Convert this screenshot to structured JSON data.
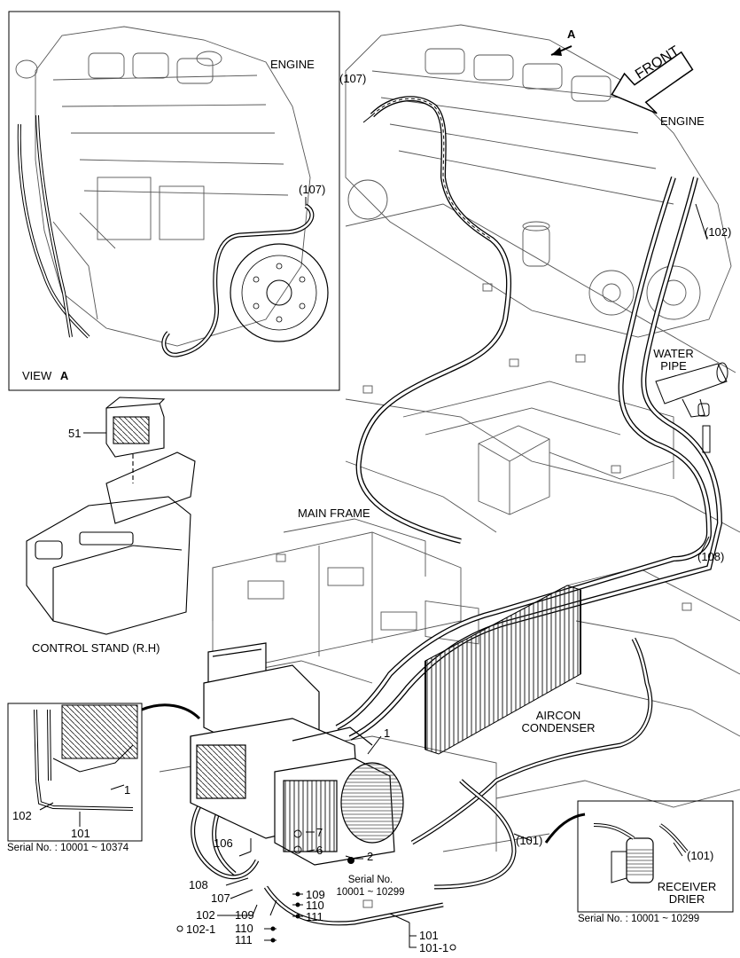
{
  "view_a": {
    "engine_label": "ENGINE",
    "part_107": "(107)",
    "view_label": "VIEW",
    "view_letter": "A"
  },
  "main_view": {
    "arrow_letter": "A",
    "front_label": "FRONT",
    "engine_label": "ENGINE",
    "part_107": "(107)",
    "part_102": "(102)",
    "water_pipe_line1": "WATER",
    "water_pipe_line2": "PIPE",
    "main_frame_label": "MAIN FRAME",
    "part_108": "(108)",
    "aircon_line1": "AIRCON",
    "aircon_line2": "CONDENSER",
    "part_101": "(101)"
  },
  "control_stand": {
    "part_51": "51",
    "label": "CONTROL STAND (R.H)"
  },
  "inset_left": {
    "part_1": "1",
    "part_102": "102",
    "part_101": "101",
    "serial": "Serial No. : 10001 ~ 10374"
  },
  "inset_right": {
    "part_101": "(101)",
    "receiver_line1": "RECEIVER",
    "receiver_line2": "DRIER",
    "serial": "Serial No. : 10001 ~ 10299"
  },
  "unit_callouts": {
    "p1": "1",
    "p7": "7",
    "p6": "6",
    "p2": "2",
    "serial_line1": "Serial No.",
    "serial_line2": "10001 ~ 10299",
    "p106": "106",
    "p108": "108",
    "p107": "107",
    "p102": "102",
    "p102_1": "102-1",
    "p109_a": "109",
    "p110_a": "110",
    "p111_a": "111",
    "p109_b": "109",
    "p110_b": "110",
    "p111_b": "111",
    "p101": "101",
    "p101_1": "101-1"
  }
}
